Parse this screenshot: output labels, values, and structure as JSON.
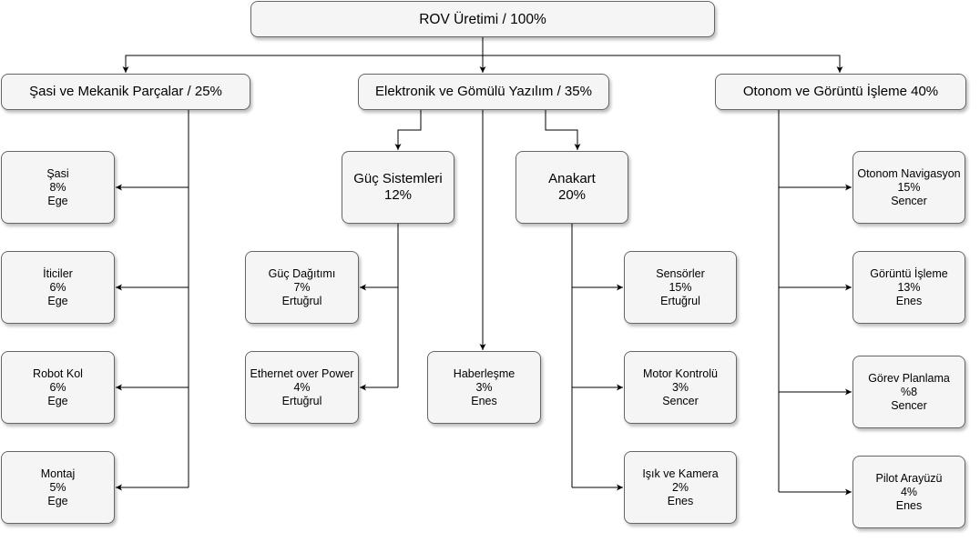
{
  "root": {
    "label": "ROV Üretimi / 100%"
  },
  "branches": {
    "mechanical": {
      "label": "Şasi ve Mekanik Parçalar / 25%",
      "items": [
        {
          "name": "Şasi",
          "pct": "8%",
          "owner": "Ege"
        },
        {
          "name": "İticiler",
          "pct": "6%",
          "owner": "Ege"
        },
        {
          "name": "Robot Kol",
          "pct": "6%",
          "owner": "Ege"
        },
        {
          "name": "Montaj",
          "pct": "5%",
          "owner": "Ege"
        }
      ]
    },
    "electronics": {
      "label": "Elektronik ve Gömülü Yazılım / 35%",
      "power": {
        "name": "Güç Sistemleri",
        "pct": "12%",
        "items": [
          {
            "name": "Güç Dağıtımı",
            "pct": "7%",
            "owner": "Ertuğrul"
          },
          {
            "name": "Ethernet over Power",
            "pct": "4%",
            "owner": "Ertuğrul"
          }
        ]
      },
      "comms": {
        "name": "Haberleşme",
        "pct": "3%",
        "owner": "Enes"
      },
      "board": {
        "name": "Anakart",
        "pct": "20%",
        "items": [
          {
            "name": "Sensörler",
            "pct": "15%",
            "owner": "Ertuğrul"
          },
          {
            "name": "Motor Kontrolü",
            "pct": "3%",
            "owner": "Sencer"
          },
          {
            "name": "Işık ve Kamera",
            "pct": "2%",
            "owner": "Enes"
          }
        ]
      }
    },
    "autonomy": {
      "label": "Otonom ve Görüntü İşleme 40%",
      "items": [
        {
          "name": "Otonom Navigasyon",
          "pct": "15%",
          "owner": "Sencer"
        },
        {
          "name": "Görüntü İşleme",
          "pct": "13%",
          "owner": "Enes"
        },
        {
          "name": "Görev Planlama",
          "pct": "%8",
          "owner": "Sencer"
        },
        {
          "name": "Pilot Arayüzü",
          "pct": "4%",
          "owner": "Enes"
        }
      ]
    }
  }
}
